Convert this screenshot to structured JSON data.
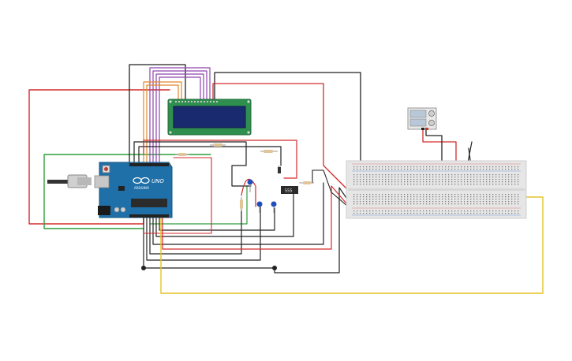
{
  "board": {
    "uno_text": "UNO",
    "brand_text": "ARDUINO"
  },
  "chip": {
    "label": "555"
  },
  "colors": {
    "red": "#d42b2b",
    "black": "#222222",
    "green": "#2f9e3b",
    "yellow": "#e3c428",
    "purple": "#8e44ad",
    "orange": "#e0892b",
    "board_blue": "#1f6fa8",
    "lcd_green": "#2f8f4f",
    "lcd_screen": "#1a2a6e",
    "breadboard": "#e6e6e6"
  }
}
